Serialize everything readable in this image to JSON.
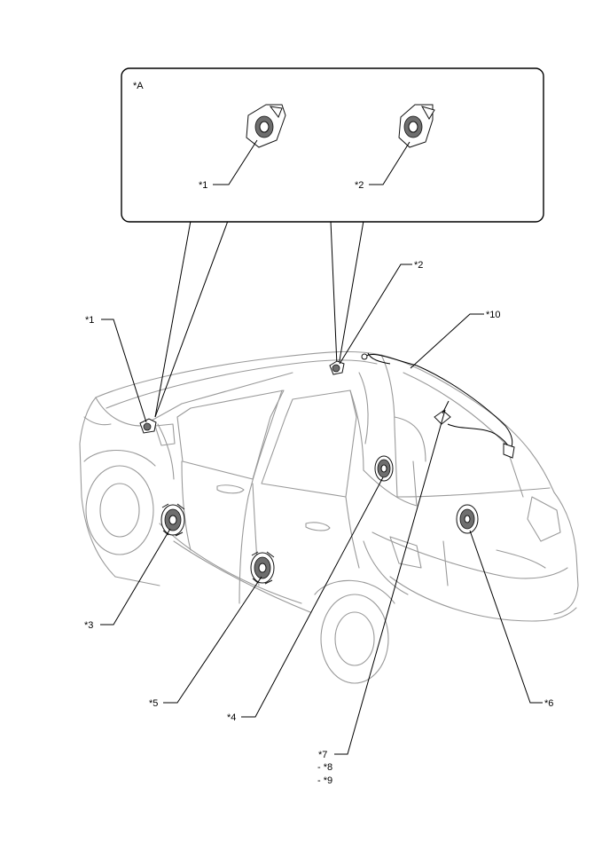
{
  "inset": {
    "label": "*A"
  },
  "callouts": {
    "inset_1": "*1",
    "inset_2": "*2",
    "c1": "*1",
    "c2": "*2",
    "c3": "*3",
    "c4": "*4",
    "c5": "*5",
    "c6": "*6",
    "c7": "*7",
    "c8": "- *8",
    "c9": "- *9",
    "c10": "*10"
  }
}
